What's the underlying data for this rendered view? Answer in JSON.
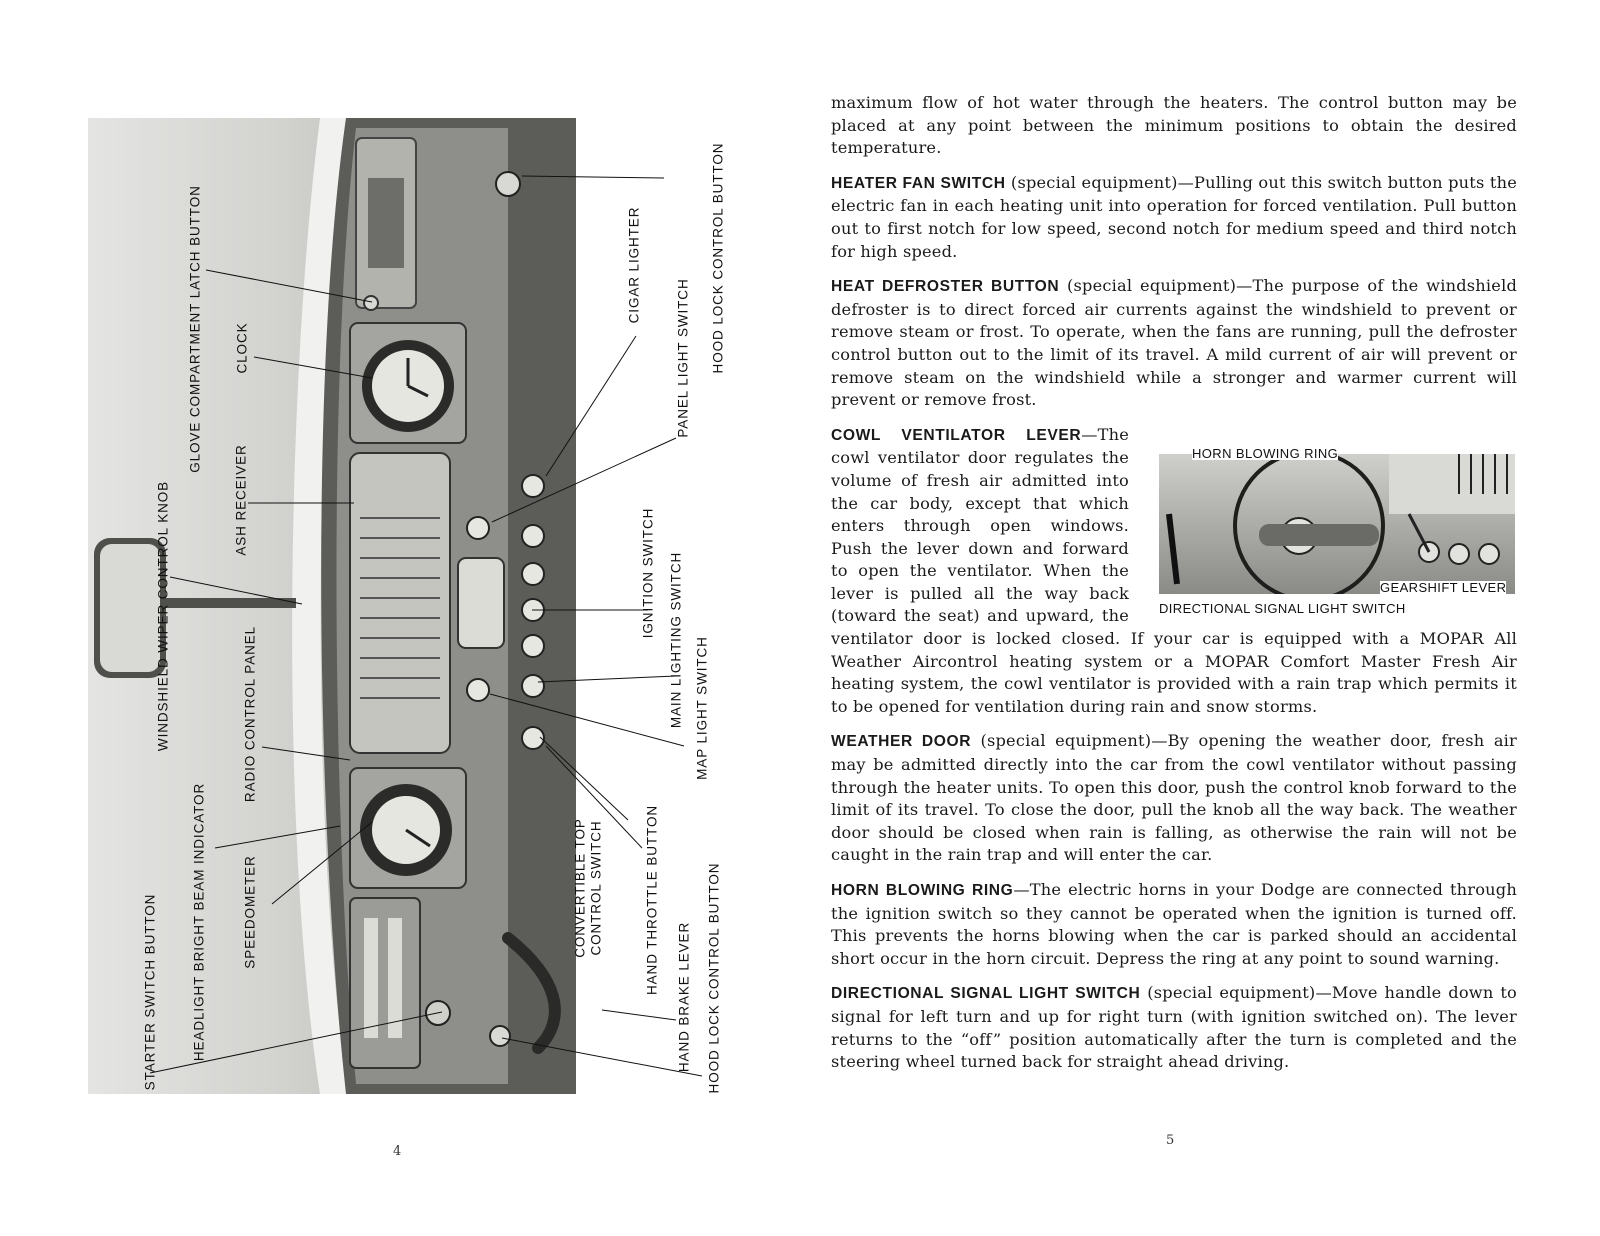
{
  "left_page": {
    "page_number": "4",
    "labels": {
      "starter_switch": "STARTER SWITCH BUTTON",
      "headlight_beam": "HEADLIGHT BRIGHT BEAM INDICATOR",
      "speedometer": "SPEEDOMETER",
      "windshield_wiper": "WINDSHIELD WIPER CONTROL KNOB",
      "radio_control": "RADIO CONTROL PANEL",
      "glove_latch": "GLOVE COMPARTMENT LATCH BUTTON",
      "ash_receiver": "ASH RECEIVER",
      "clock": "CLOCK",
      "cigar_lighter": "CIGAR LIGHTER",
      "ignition_switch": "IGNITION SWITCH",
      "main_lighting": "MAIN LIGHTING SWITCH",
      "panel_light": "PANEL LIGHT SWITCH",
      "map_light": "MAP LIGHT SWITCH",
      "hood_lock_top": "HOOD LOCK CONTROL BUTTON",
      "convertible_top": "CONVERTIBLE TOP\nCONTROL SWITCH",
      "hand_throttle": "HAND THROTTLE BUTTON",
      "hand_brake": "HAND BRAKE LEVER",
      "hood_lock_bottom": "HOOD LOCK CONTROL BUTTON"
    }
  },
  "right_page": {
    "page_number": "5",
    "intro": "maximum flow of hot water through the heaters. The control button may be placed at any point between the minimum positions to obtain the desired temperature.",
    "sections": {
      "heater_fan": {
        "heading": "HEATER FAN SWITCH",
        "body": " (special equipment)—Pulling out this switch button puts the electric fan in each heating unit into operation for forced ventilation. Pull button out to first notch for low speed, second notch for medium speed and third notch for high speed."
      },
      "heat_defroster": {
        "heading": "HEAT DEFROSTER BUTTON",
        "body": " (special equipment)—The purpose of the windshield defroster is to direct forced air currents against the windshield to prevent or remove steam or frost. To operate, when the fans are running, pull the defroster control button out to the limit of its travel. A mild current of air will prevent or remove steam on the windshield while a stronger and warmer current will prevent or remove frost."
      },
      "cowl_ventilator": {
        "heading": "COWL VENTILATOR LEVER",
        "body": "—The cowl ventilator door regulates the volume of fresh air admitted into the car body, except that which enters through open windows. Push the lever down and forward to open the ventilator. When the lever is pulled all the way back (toward the seat) and upward, the ventilator door is locked closed. If your car is equipped with a MOPAR All Weather Aircontrol heating system or a MOPAR Comfort Master Fresh Air heating system, the cowl ventilator is provided with a rain trap which permits it to be opened for ventilation during rain and snow storms."
      },
      "weather_door": {
        "heading": "WEATHER DOOR",
        "body": " (special equipment)—By opening the weather door, fresh air may be admitted directly into the car from the cowl ventilator without passing through the heater units. To open this door, push the control knob forward to the limit of its travel. To close the door, pull the knob all the way back. The weather door should be closed when rain is falling, as otherwise the rain will not be caught in the rain trap and will enter the car."
      },
      "horn_ring": {
        "heading": "HORN BLOWING RING",
        "body": "—The electric horns in your Dodge are connected through the ignition switch so they cannot be operated when the ignition is turned off. This prevents the horns blowing when the car is parked should an accidental short occur in the horn circuit. Depress the ring at any point to sound warning."
      },
      "directional_signal": {
        "heading": "DIRECTIONAL SIGNAL LIGHT SWITCH",
        "body": " (special equipment)—Move handle down to signal for left turn and up for right turn (with ignition switched on). The lever returns to the “off” position automatically after the turn is completed and the steering wheel turned back for straight ahead driving."
      }
    },
    "inset_labels": {
      "horn_ring": "HORN BLOWING RING",
      "gearshift": "GEARSHIFT LEVER",
      "directional": "DIRECTIONAL SIGNAL LIGHT SWITCH"
    }
  }
}
